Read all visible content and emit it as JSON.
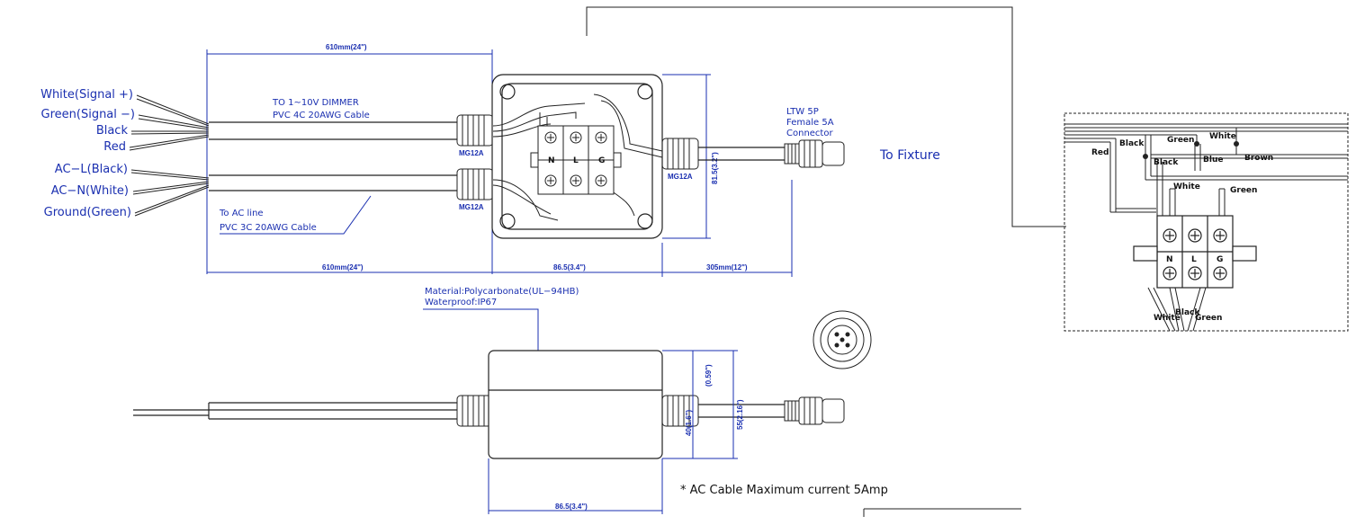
{
  "top_view": {
    "left_wires_dimmer": [
      "White(Signal +)",
      "Green(Signal −)",
      "Black",
      "Red"
    ],
    "left_wires_ac": [
      "AC−L(Black)",
      "AC−N(White)",
      "Ground(Green)"
    ],
    "dimmer_cable_line1": "TO 1~10V DIMMER",
    "dimmer_cable_line2": "PVC 4C 20AWG Cable",
    "ac_cable_line1": "To AC line",
    "ac_cable_line2": "PVC 3C 20AWG Cable",
    "gland_label": "MG12A",
    "top_dim": "610mm(24\")",
    "bottom_dim_left": "610mm(24\")",
    "bottom_dim_box": "86.5(3.4\")",
    "bottom_dim_right": "305mm(12\")",
    "box_height_dim": "81.5(3.2\")",
    "terminals": [
      "N",
      "L",
      "G"
    ],
    "connector_line1": "LTW 5P",
    "connector_line2": "Female 5A",
    "connector_line3": "Connector",
    "to_fixture": "To Fixture"
  },
  "side_view": {
    "material": "Material:Polycarbonate(UL−94HB)",
    "waterproof": "Waterproof:IP67",
    "dim_top": "(0.59\")",
    "dim_total": "55(2.16\")",
    "dim_lower": "40(1.6\")",
    "dim_width": "86.5(3.4\")",
    "note": "* AC Cable Maximum current 5Amp"
  },
  "detail": {
    "wires_top": [
      "Red",
      "Black",
      "Green",
      "White"
    ],
    "wires_mid": [
      "Black",
      "Blue",
      "Brown"
    ],
    "wires_lower": [
      "White",
      "Green"
    ],
    "terminals": [
      "N",
      "L",
      "G"
    ],
    "wires_bottom": [
      "White",
      "Black",
      "Green"
    ]
  },
  "colors": {
    "label_blue": "#1a2fb0",
    "line": "#222222"
  }
}
